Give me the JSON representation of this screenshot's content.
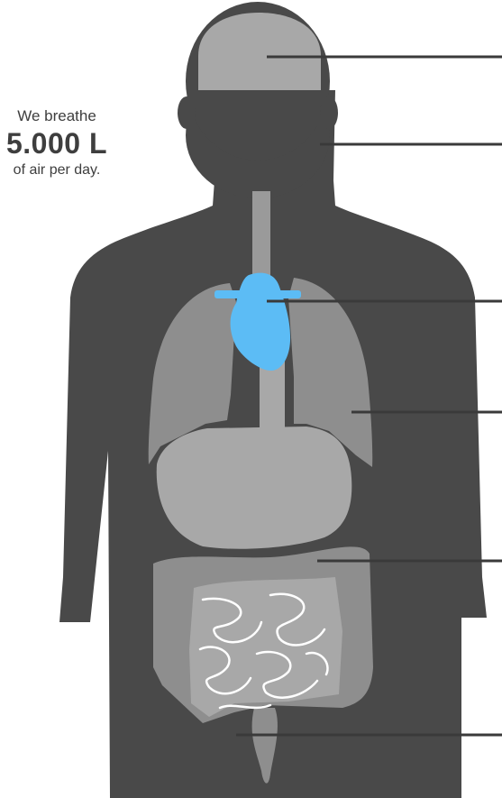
{
  "breathing_stat": {
    "intro": "We breathe",
    "value": "5.000 L",
    "outro": "of air per day."
  },
  "colors": {
    "body": "#494949",
    "organ_light": "#a8a8a8",
    "organ_mid": "#8e8e8e",
    "trachea": "#9a9a9a",
    "heart": "#5cbcf5",
    "intestine_line": "#ffffff",
    "leader_line": "#3a3a3a"
  },
  "organs": [
    "brain",
    "throat",
    "heart",
    "lungs",
    "large-intestine",
    "small-intestine",
    "rectum"
  ]
}
